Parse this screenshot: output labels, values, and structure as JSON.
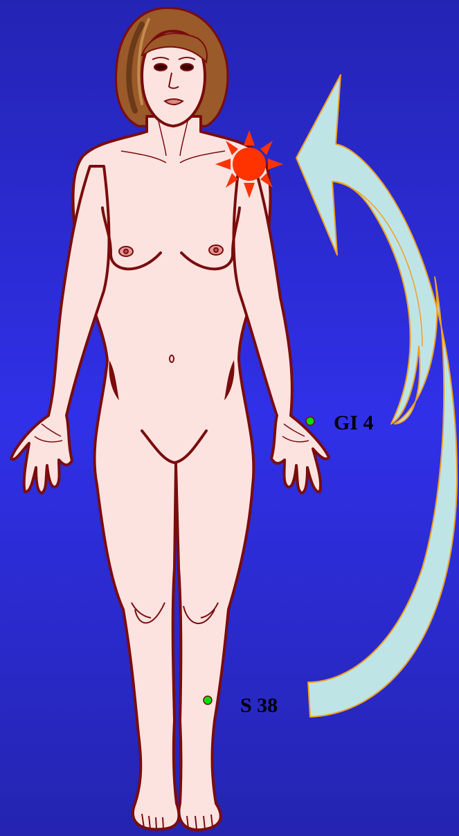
{
  "colors": {
    "background": "#2a2ad0",
    "skin": "#fde3e0",
    "outline": "#7a0c0c",
    "hair": "#9a5a2a",
    "pain_marker": "#ff3300",
    "acupoint": "#00e000",
    "arrow_fill": "#bfe4e6",
    "arrow_stroke": "#f0a020"
  },
  "icons": {
    "pain_marker": "sun-burst",
    "acupoint": "green-dot",
    "arrow": "curved-arrow"
  },
  "points": [
    {
      "id": "gi4",
      "label": "GI 4"
    },
    {
      "id": "s38",
      "label": "S 38"
    }
  ]
}
